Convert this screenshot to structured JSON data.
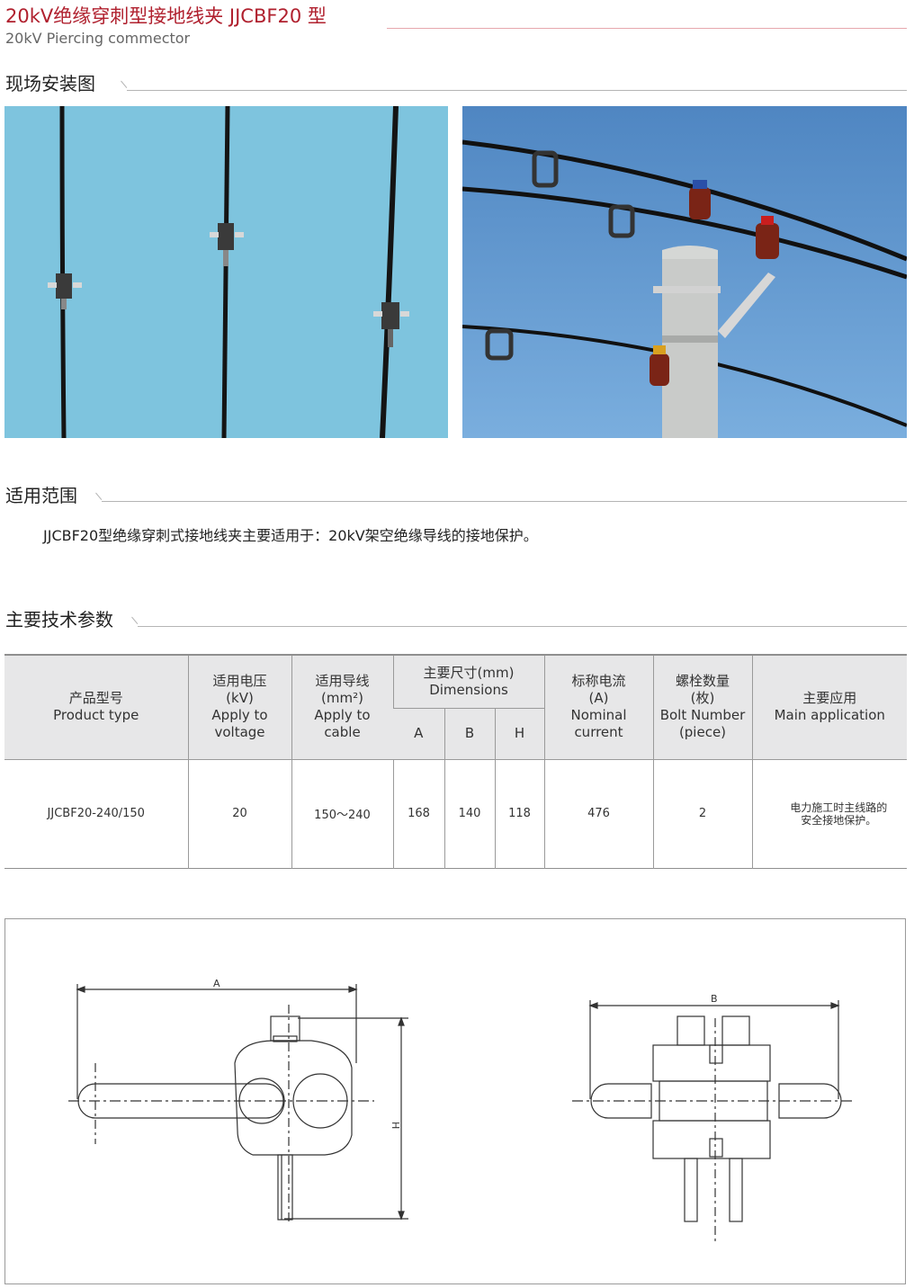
{
  "header": {
    "title": "20kV绝缘穿刺型接地线夹 JJCBF20 型",
    "subtitle": "20kV Piercing commector"
  },
  "sections": {
    "installation": "现场安装图",
    "scope": "适用范围",
    "params": "主要技术参数"
  },
  "scope_text": "JJCBF20型绝缘穿刺式接地线夹主要适用于：20kV架空绝缘导线的接地保护。",
  "table": {
    "headers": {
      "product_type": [
        "产品型号",
        "Product type"
      ],
      "voltage": [
        "适用电压",
        "(kV)",
        "Apply to",
        "voltage"
      ],
      "cable": [
        "适用导线",
        "(mm²)",
        "Apply to",
        "cable"
      ],
      "dimensions": [
        "主要尺寸(mm)",
        "Dimensions"
      ],
      "dim_a": "A",
      "dim_b": "B",
      "dim_h": "H",
      "current": [
        "标称电流",
        "(A)",
        "Nominal",
        "current"
      ],
      "bolts": [
        "螺栓数量",
        "(枚)",
        "Bolt Number",
        "(piece)"
      ],
      "application": [
        "主要应用",
        "Main application"
      ]
    },
    "rows": [
      {
        "type": "JJCBF20-240/150",
        "voltage": "20",
        "cable": "150～240",
        "a": "168",
        "b": "140",
        "h": "118",
        "current": "476",
        "bolts": "2",
        "application": [
          "电力施工时主线路的",
          "安全接地保护。"
        ]
      }
    ]
  },
  "drawing": {
    "label_a": "A",
    "label_b": "B",
    "label_h": "H"
  },
  "colors": {
    "title_red": "#b0202e",
    "sky_left": "#7ec4de",
    "sky_right": "#5f94c8",
    "table_header_bg": "#e7e7e8"
  }
}
